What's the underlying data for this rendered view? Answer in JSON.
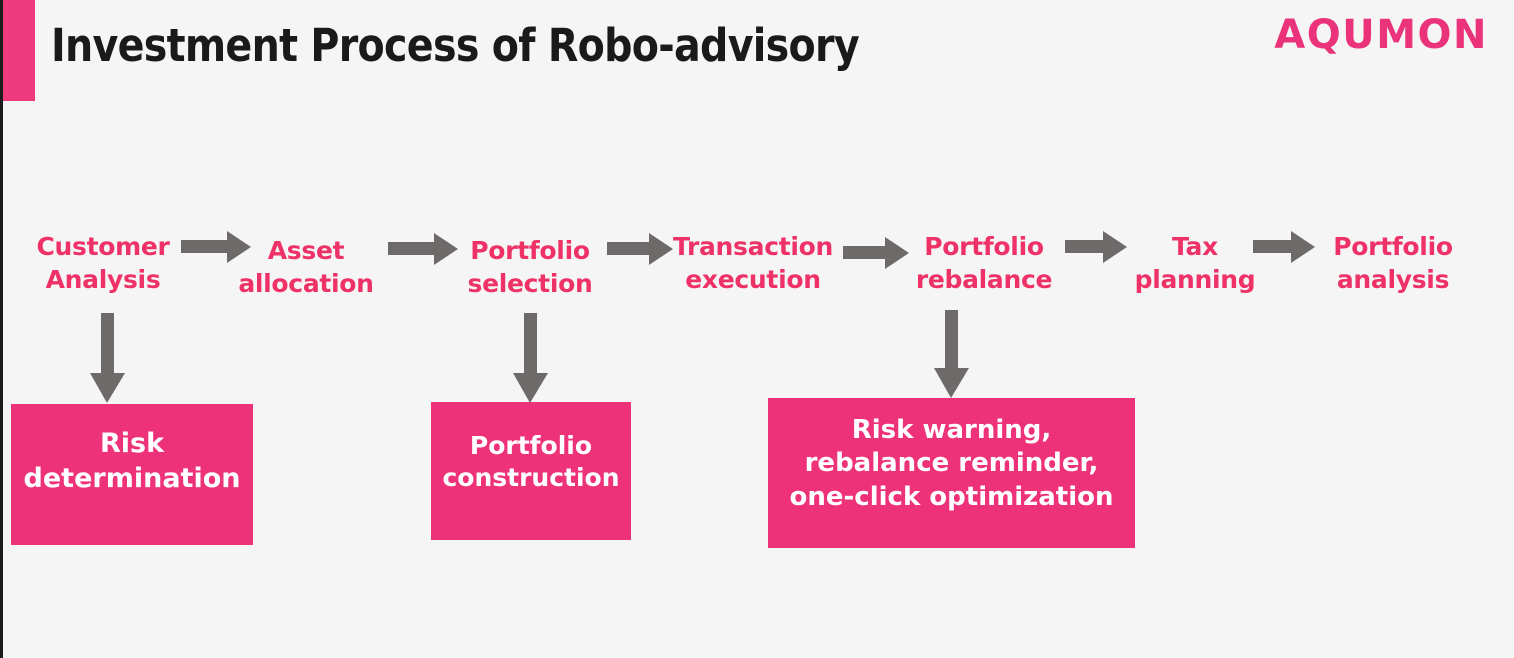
{
  "header": {
    "title": "Investment Process of Robo-advisory",
    "brand": "AQUMON",
    "accent_color": "#ee3b7d",
    "title_color": "#1a1a1a",
    "brand_color": "#ea337a"
  },
  "theme": {
    "background": "#f5f5f5",
    "pink": "#ee3279",
    "pink_text": "#ee3268",
    "arrow_gray": "#6e6a6a",
    "box_text": "#ffffff"
  },
  "flow": {
    "steps": [
      {
        "label": "Customer\nAnalysis",
        "name": "customer-analysis"
      },
      {
        "label": "Asset\nallocation",
        "name": "asset-allocation"
      },
      {
        "label": "Portfolio\nselection",
        "name": "portfolio-selection"
      },
      {
        "label": "Transaction\nexecution",
        "name": "transaction-execution"
      },
      {
        "label": "Portfolio\nrebalance",
        "name": "portfolio-rebalance"
      },
      {
        "label": "Tax\nplanning",
        "name": "tax-planning"
      },
      {
        "label": "Portfolio\nanalysis",
        "name": "portfolio-analysis"
      }
    ],
    "connector_count": 6,
    "connector_direction": "right"
  },
  "outcomes": [
    {
      "name": "risk-determination",
      "label": "Risk\ndetermination",
      "from_step": "Customer Analysis"
    },
    {
      "name": "portfolio-construction",
      "label": "Portfolio\nconstruction",
      "from_step": "Portfolio selection"
    },
    {
      "name": "risk-warning",
      "label": "Risk warning,\nrebalance reminder,\none-click optimization",
      "from_step": "Portfolio rebalance"
    }
  ]
}
